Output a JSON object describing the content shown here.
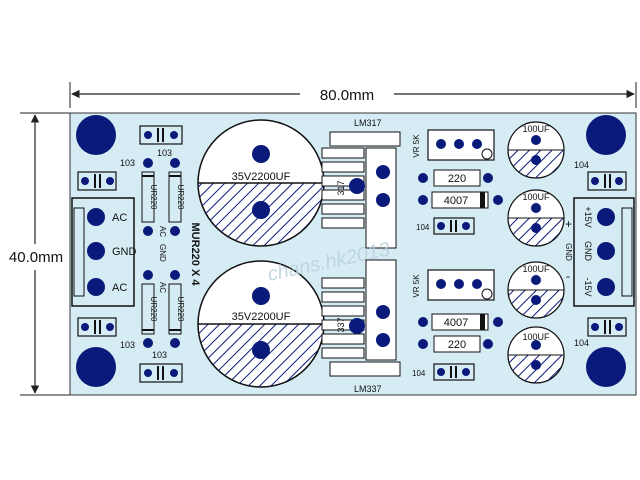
{
  "dimensions": {
    "width": "80.0mm",
    "height": "40.0mm"
  },
  "colors": {
    "board": "#d6ecf4",
    "copper": "#0a1a7a",
    "silk": "#1a1a1a",
    "hatch": "#0a1a7a",
    "dimension": "#222222"
  },
  "regulators": {
    "top": "LM317",
    "bottom": "LM337",
    "top_mark": "317",
    "bottom_mark": "337"
  },
  "capacitors": {
    "main_top": "35V2200UF",
    "main_bottom": "35V2200UF",
    "small": "100UF"
  },
  "pots": {
    "top": "VR 5K",
    "bottom": "VR 5K"
  },
  "resistors": {
    "top": "220",
    "bottom": "220"
  },
  "diodes": {
    "top": "4007",
    "bottom": "4007"
  },
  "rectifiers": {
    "label": "UR220",
    "note": "MUR220 X 4"
  },
  "ceramic": {
    "c103": "103",
    "c104": "104"
  },
  "input_pins": [
    "AC",
    "GND",
    "AC"
  ],
  "output_pins": [
    "+15V",
    "GND",
    "-15V"
  ],
  "output_symbols": {
    "plus": "+",
    "minus": "-"
  },
  "watermark": "chans.hk2013"
}
